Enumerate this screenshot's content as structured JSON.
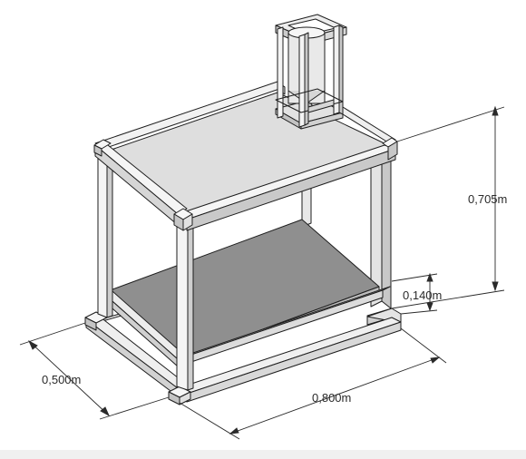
{
  "dimensions": {
    "height": "0,705m",
    "shelf_height": "0,140m",
    "depth": "0,500m",
    "width": "0,800m"
  },
  "colors": {
    "frame_light": "#f2f2f2",
    "frame_mid": "#d6d6d6",
    "frame_dark": "#9c9c9c",
    "top_surface": "#dedede",
    "shelf_surface": "#8f8f8f",
    "outline": "#1e1e1e",
    "dimension_line": "#2a2a2a"
  }
}
